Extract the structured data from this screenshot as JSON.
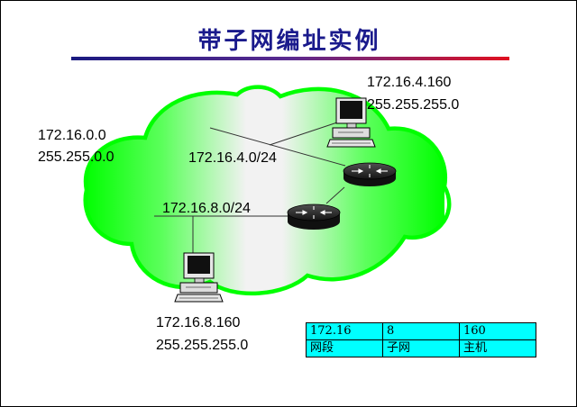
{
  "title": "带子网编址实例",
  "network": {
    "ip": "172.16.0.0",
    "mask": "255.255.0.0"
  },
  "host_top": {
    "ip": "172.16.4.160",
    "mask": "255.255.255.0",
    "icon": "computer-icon"
  },
  "host_bottom": {
    "ip": "172.16.8.160",
    "mask": "255.255.255.0",
    "icon": "computer-icon"
  },
  "subnets": {
    "a": "172.16.4.0/24",
    "b": "172.16.8.0/24"
  },
  "routers": [
    "router-icon",
    "router-icon"
  ],
  "table": {
    "values": [
      "172.16",
      "8",
      "160"
    ],
    "labels": [
      "网段",
      "子网",
      "主机"
    ]
  },
  "colors": {
    "cloud_green": "#00ff00",
    "title": "#1a1a8c",
    "table_bg": "#00ffff"
  }
}
